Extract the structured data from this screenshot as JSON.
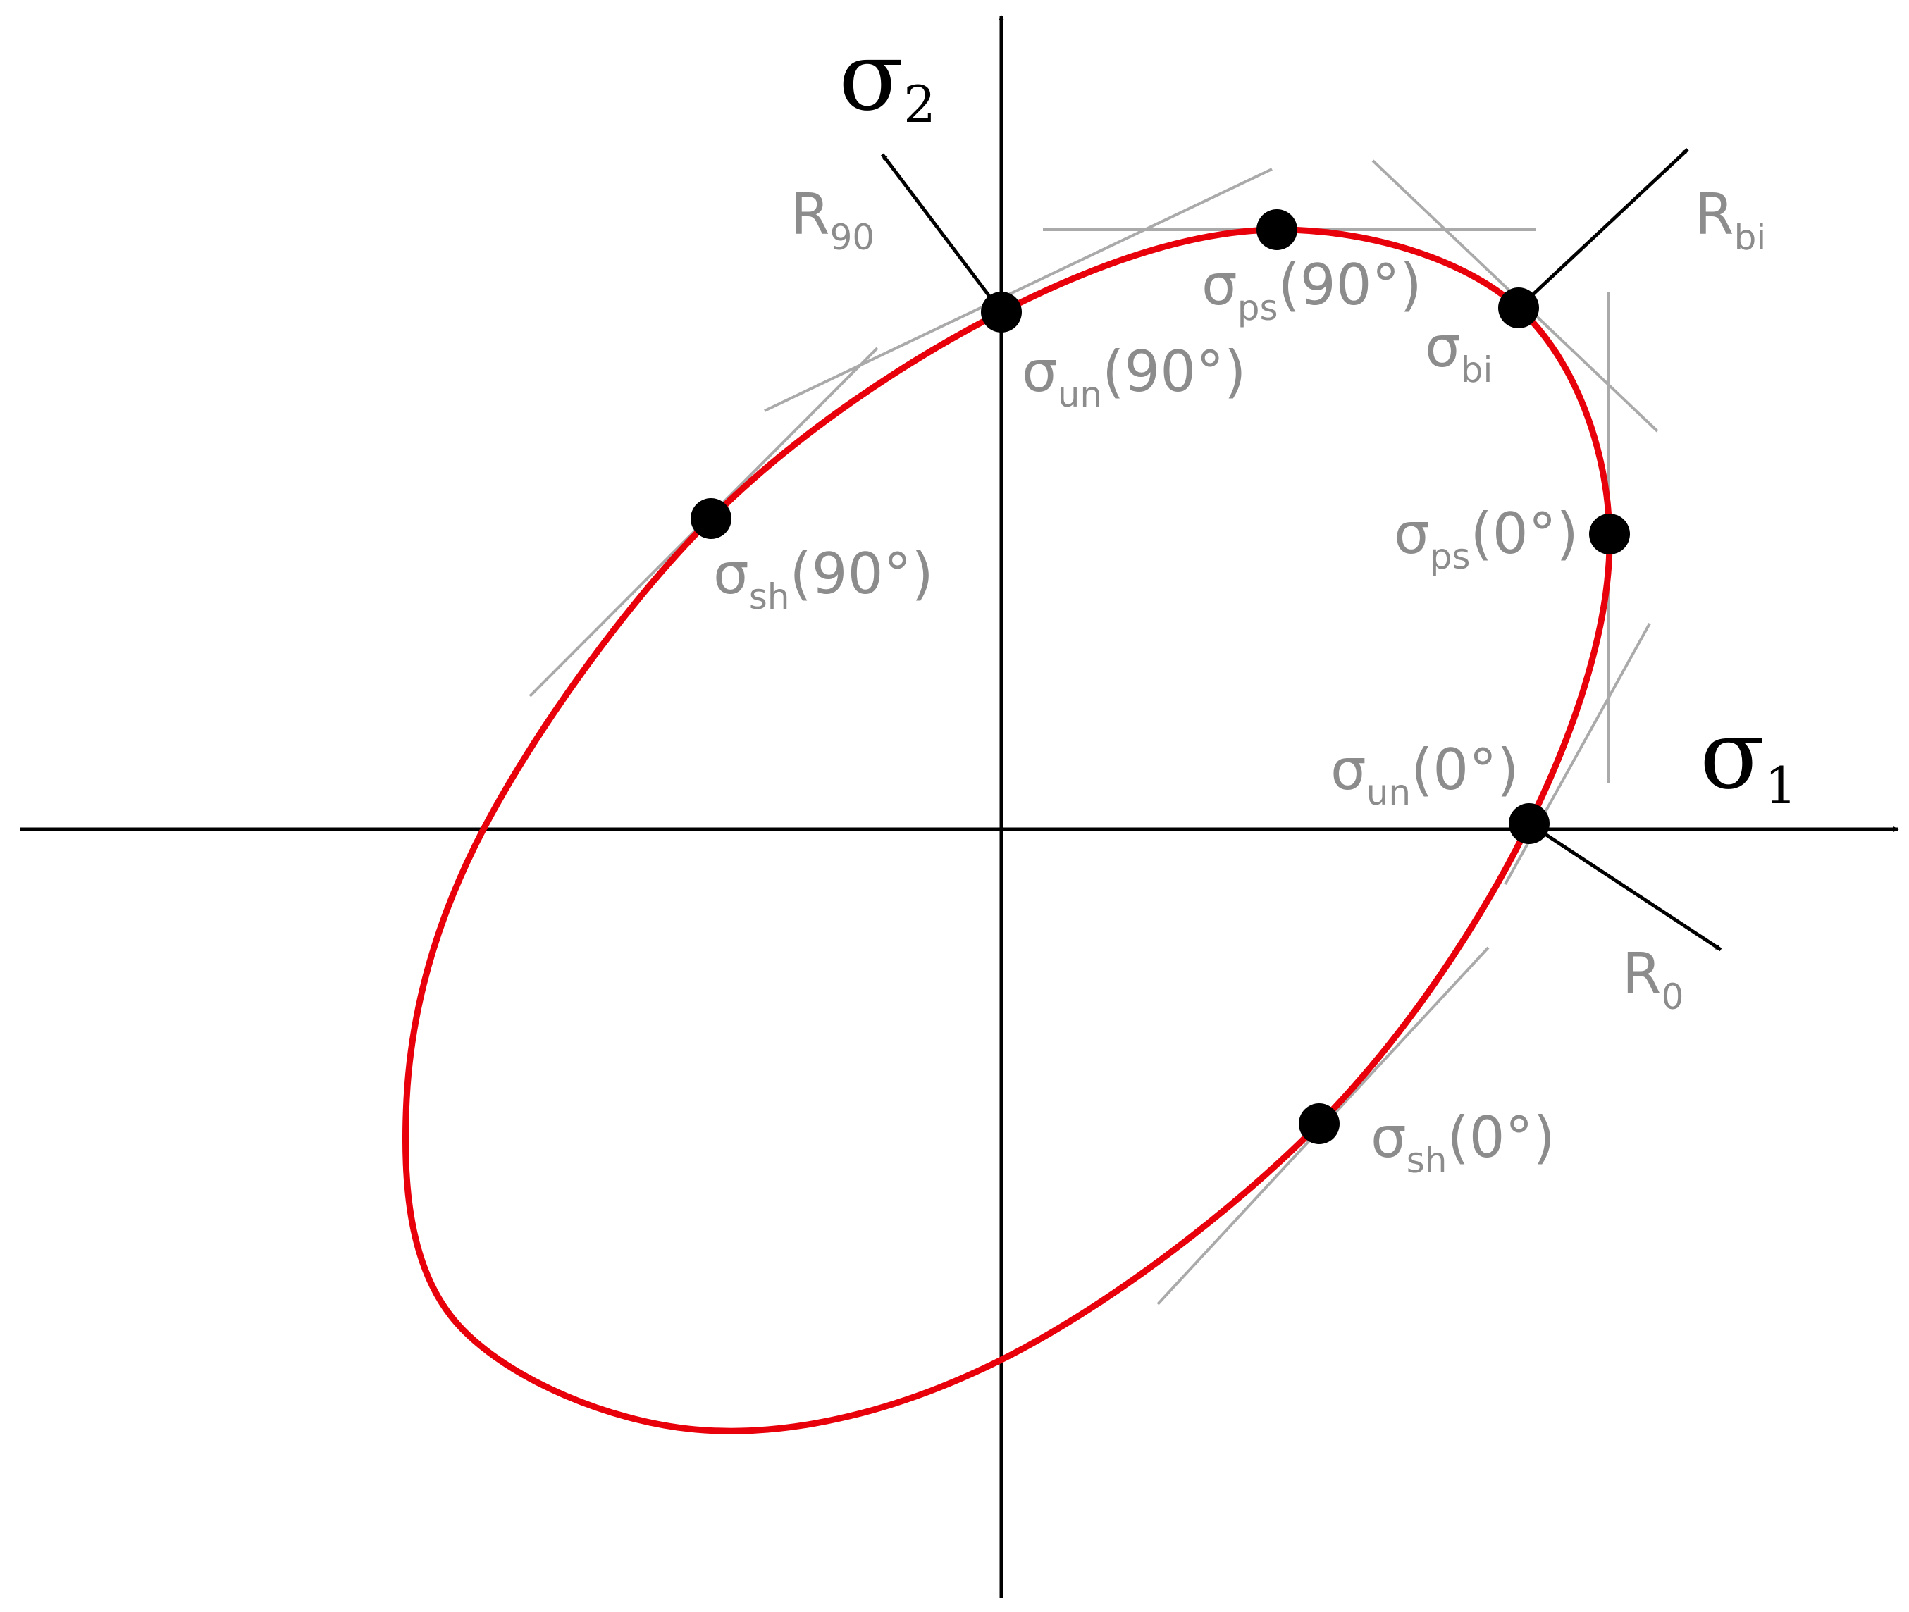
{
  "colors": {
    "axis": "#000000",
    "curve": "#e8000b",
    "tangent": "#aaaaaa",
    "label": "#8c8c8c",
    "point": "#000000"
  },
  "axes": {
    "x": {
      "symbol": "σ",
      "sub": "1"
    },
    "y": {
      "symbol": "σ",
      "sub": "2"
    }
  },
  "vectors": [
    {
      "id": "r90",
      "base": "R",
      "sub": "90"
    },
    {
      "id": "rbi",
      "base": "R",
      "sub": "bi"
    },
    {
      "id": "r0",
      "base": "R",
      "sub": "0"
    }
  ],
  "points": [
    {
      "id": "un90",
      "base": "σ",
      "sub": "un",
      "suffix": "(90°)"
    },
    {
      "id": "ps90",
      "base": "σ",
      "sub": "ps",
      "suffix": "(90°)"
    },
    {
      "id": "bi",
      "base": "σ",
      "sub": "bi",
      "suffix": ""
    },
    {
      "id": "ps0",
      "base": "σ",
      "sub": "ps",
      "suffix": "(0°)"
    },
    {
      "id": "un0",
      "base": "σ",
      "sub": "un",
      "suffix": "(0°)"
    },
    {
      "id": "sh90",
      "base": "σ",
      "sub": "sh",
      "suffix": "(90°)"
    },
    {
      "id": "sh0",
      "base": "σ",
      "sub": "sh",
      "suffix": "(0°)"
    }
  ]
}
